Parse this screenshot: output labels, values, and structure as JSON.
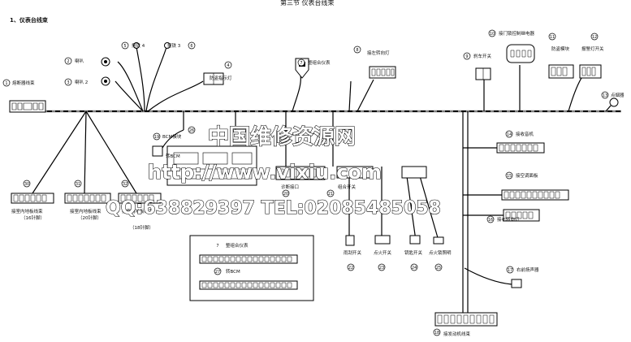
{
  "header": {
    "title": "第三节 仪表台线束",
    "section": "1、仪表台线束"
  },
  "labels": {
    "n1": "1",
    "l1": "熔断器线束",
    "n2": "2",
    "l2": "喇叭",
    "n3": "3",
    "l3": "喇叭 2",
    "n4": "4",
    "l4": "防盗指示灯",
    "n5": "5",
    "l5": "搭铁 4",
    "n6": "6",
    "l6": "搭铁 3",
    "n7": "7",
    "l7": "整组合仪表",
    "n8": "8",
    "l8": "接左转向灯",
    "n9": "9",
    "l9": "刹车开关",
    "n10": "10",
    "l10": "接门锁控制继电器",
    "n11": "11",
    "l11": "防盗模块",
    "n12": "12",
    "l12": "报警灯开关",
    "n13": "13",
    "l13": "点烟器",
    "n14": "14",
    "l14": "接收音机",
    "n15": "15",
    "l15": "接空调面板",
    "n16": "16",
    "l16": "接右转向灯",
    "n17": "17",
    "l17": "右前扬声器",
    "n18": "18",
    "l18": "接发动机线束",
    "n19": "19",
    "l19": "BCM模块",
    "n20": "20",
    "l20": "诊断接口",
    "n21": "21",
    "l21": "组合开关",
    "n22": "22",
    "l22": "雨刮开关",
    "n23": "23",
    "l23": "点火开关",
    "n24": "24",
    "l24": "钥匙开关",
    "n25": "25",
    "l25": "点火锁照明",
    "n26": "26",
    "l26": "转BCM",
    "n27": "27",
    "l27": "整组合仪表",
    "n30": "30",
    "l30": "接室内地板线束",
    "s30": "（16针脚）",
    "n31": "31",
    "l31": "接室内地板线束",
    "s31": "（20针脚）",
    "n32": "32",
    "l32": "接室内地板线束",
    "s32": "（18针脚）"
  },
  "watermark": {
    "cn": "中国维修资源网",
    "url": "http://www.vixiu.com",
    "qq": "QQ:638829397 TEL:02085485058"
  }
}
